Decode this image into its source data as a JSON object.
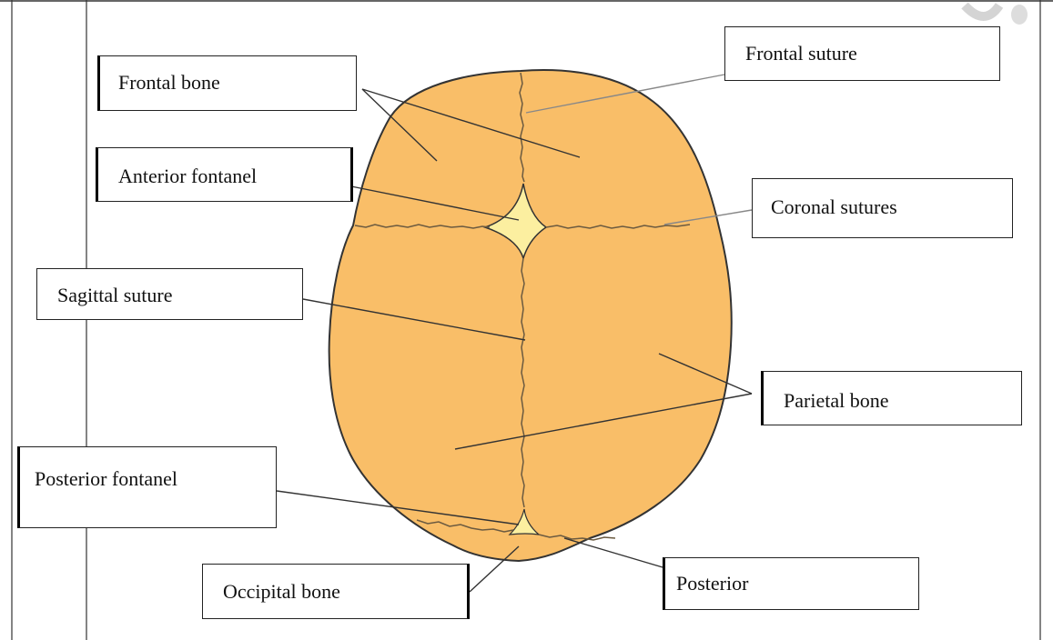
{
  "labels": {
    "frontal_bone": "Frontal bone",
    "frontal_suture": "Frontal suture",
    "anterior_fontanel": "Anterior fontanel",
    "coronal_sutures": "Coronal sutures",
    "sagittal_suture": "Sagittal suture",
    "parietal_bone": "Parietal bone",
    "posterior_fontanel": "Posterior fontanel",
    "occipital_bone": "Occipital bone",
    "posterior": "Posterior"
  },
  "colors": {
    "bone_fill": "#F9BE68",
    "fontanel_fill": "#FCEFA0",
    "outline": "#333333",
    "suture": "#6B5A40",
    "leader_line": "#333333",
    "leader_line_light": "#888888"
  }
}
